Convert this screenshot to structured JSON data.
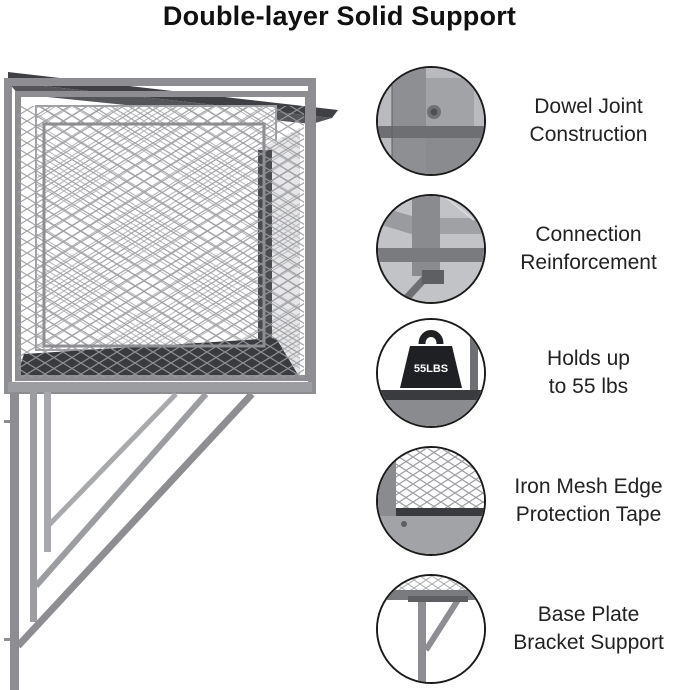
{
  "title": "Double-layer Solid Support",
  "features": [
    {
      "icon": "dowel-joint-icon",
      "line1": "Dowel Joint",
      "line2": "Construction"
    },
    {
      "icon": "connection-reinforcement-icon",
      "line1": "Connection",
      "line2": "Reinforcement"
    },
    {
      "icon": "weight-icon",
      "line1": "Holds up",
      "line2": "to 55 lbs",
      "weight_label": "55LBS"
    },
    {
      "icon": "iron-mesh-icon",
      "line1": "Iron Mesh Edge",
      "line2": "Protection Tape"
    },
    {
      "icon": "bracket-icon",
      "line1": "Base Plate",
      "line2": "Bracket Support"
    }
  ],
  "colors": {
    "frame": "#8e8e92",
    "frame_dark": "#5d5e62",
    "shelf_dark": "#3b3c40",
    "text": "#222222"
  }
}
